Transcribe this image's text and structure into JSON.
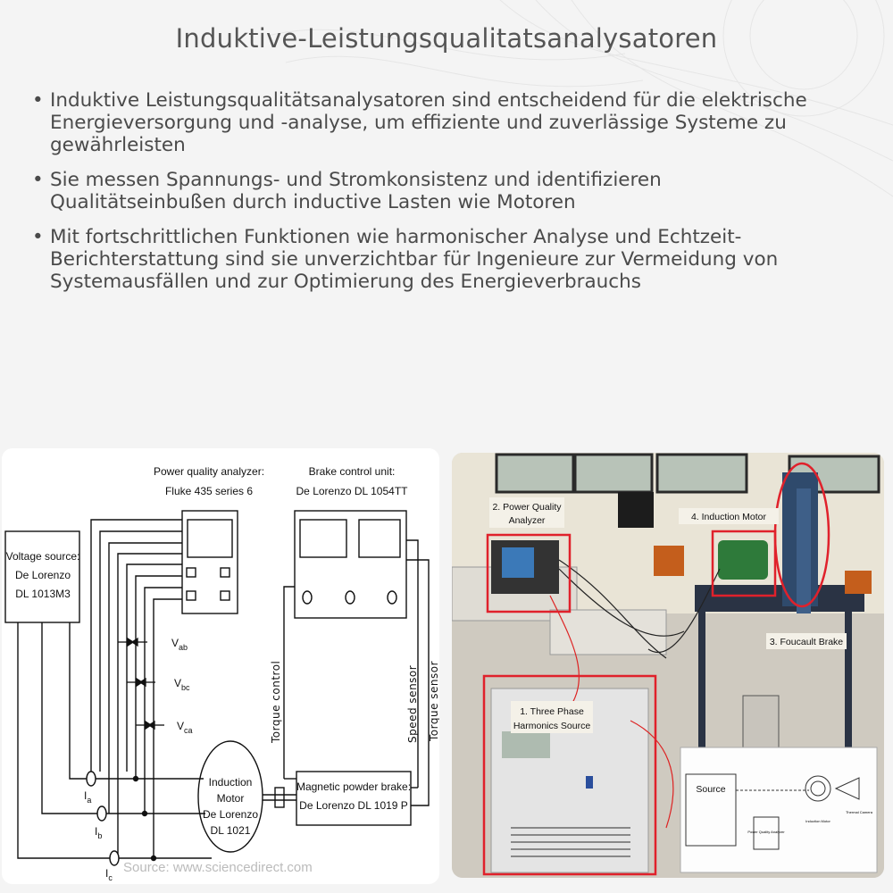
{
  "title": "Induktive-Leistungsqualitatsanalysatoren",
  "bullets": [
    "Induktive Leistungsqualitätsanalysatoren sind entscheidend für die elektrische Energieversorgung und -analyse, um effiziente und zuverlässige Systeme zu gewährleisten",
    "Sie messen Spannungs- und Stromkonsistenz und identifizieren Qualitätseinbußen durch inductive Lasten wie Motoren",
    "Mit fortschrittlichen Funktionen wie harmonischer Analyse und Echtzeit-Berichterstattung sind sie unverzichtbar für Ingenieure zur Vermeidung von Systemausfällen und zur Optimierung des Energieverbrauchs"
  ],
  "bullet_char": "•",
  "diagram": {
    "pqa_label_1": "Power quality analyzer:",
    "pqa_label_2": "Fluke 435 series 6",
    "bcu_label_1": "Brake control unit:",
    "bcu_label_2": "De Lorenzo DL 1054TT",
    "vs_label_1": "Voltage source:",
    "vs_label_2": "De Lorenzo",
    "vs_label_3": "DL 1013M3",
    "v_ab": "V",
    "v_ab_sub": "ab",
    "v_bc": "V",
    "v_bc_sub": "bc",
    "v_ca": "V",
    "v_ca_sub": "ca",
    "i_a": "I",
    "i_a_sub": "a",
    "i_b": "I",
    "i_b_sub": "b",
    "i_c": "I",
    "i_c_sub": "c",
    "torque_control": "Torque control",
    "speed_sensor": "Speed sensor",
    "torque_sensor": "Torque sensor",
    "motor_1": "Induction",
    "motor_2": "Motor",
    "motor_3": "De Lorenzo",
    "motor_4": "DL 1021",
    "brake_1": "Magnetic powder brake:",
    "brake_2": "De Lorenzo DL 1019 P",
    "source": "Source: www.sciencedirect.com"
  },
  "photo": {
    "label_pqa_1": "2. Power Quality",
    "label_pqa_2": "Analyzer",
    "label_motor": "4. Induction Motor",
    "label_brake": "3. Foucault Brake",
    "label_source_1": "1. Three Phase",
    "label_source_2": "Harmonics Source",
    "inset_source": "Source",
    "inset_pqa": "Power Quality Analyzer",
    "inset_motor": "Induction Motor",
    "inset_camera": "Thermal Camera"
  },
  "colors": {
    "highlight": "#e0212b",
    "text": "#4a4a4a"
  }
}
